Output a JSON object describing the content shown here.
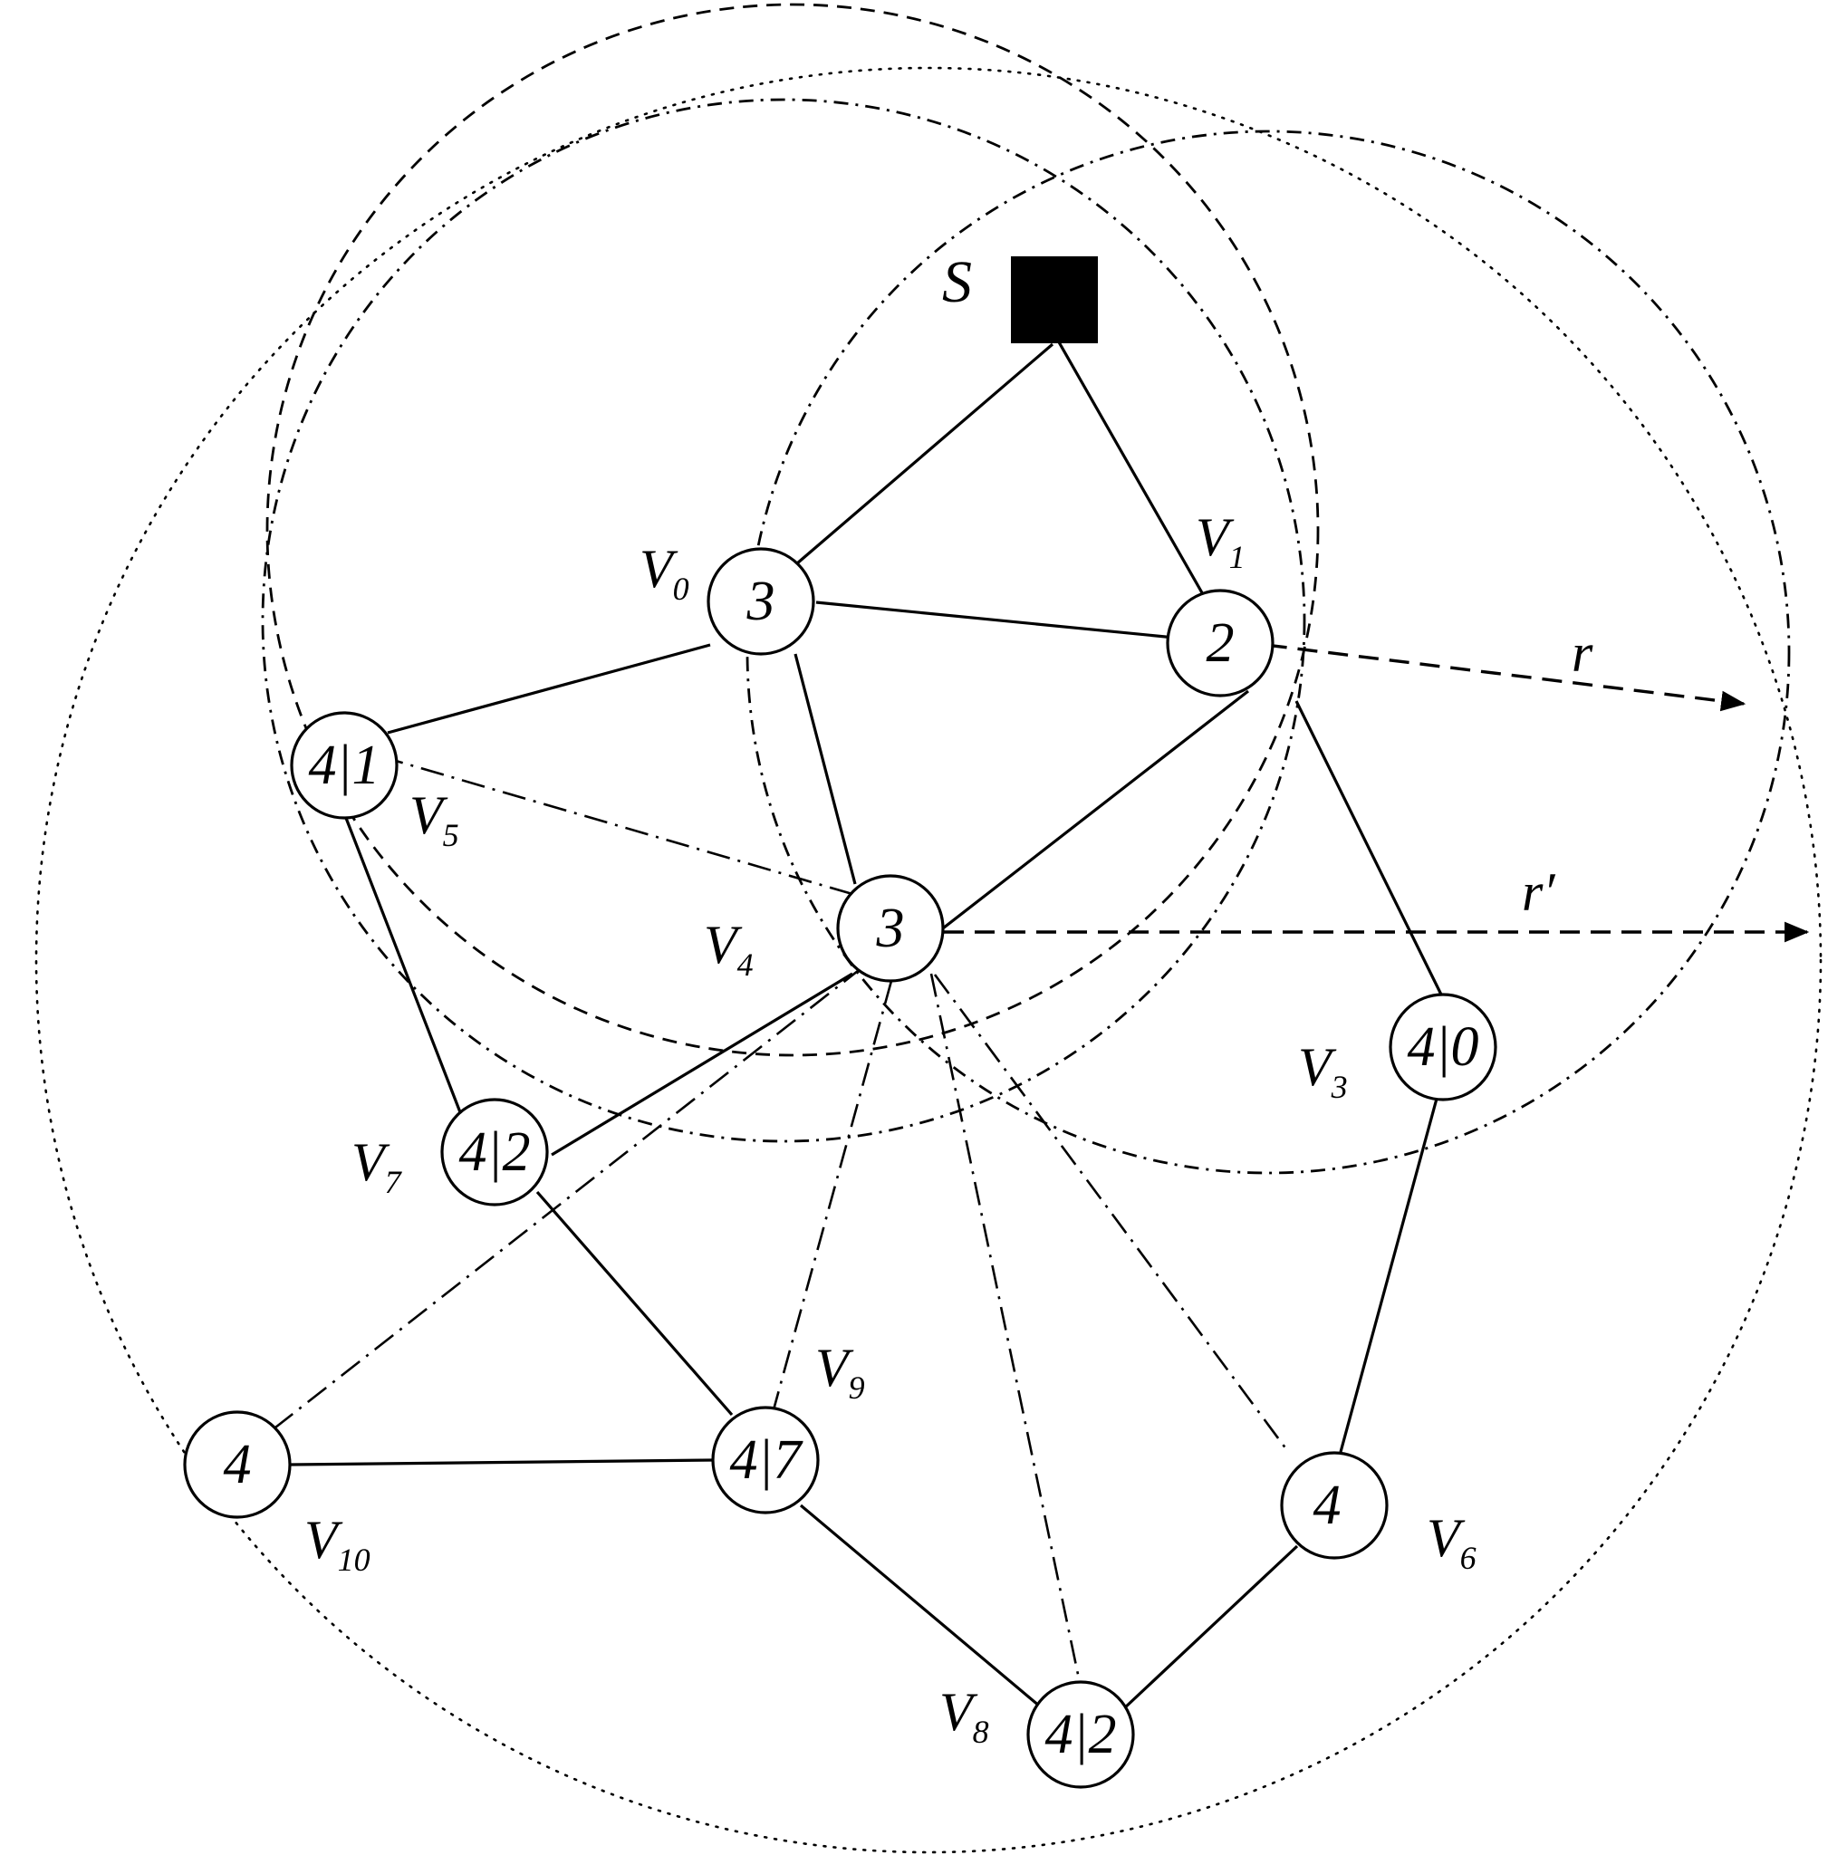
{
  "source": {
    "label": "S"
  },
  "nodes": [
    {
      "id": "v0",
      "name": "V",
      "sub": "0",
      "value": "3"
    },
    {
      "id": "v1",
      "name": "V",
      "sub": "1",
      "value": "2"
    },
    {
      "id": "v3",
      "name": "V",
      "sub": "3",
      "value": "4|0"
    },
    {
      "id": "v4",
      "name": "V",
      "sub": "4",
      "value": "3"
    },
    {
      "id": "v5",
      "name": "V",
      "sub": "5",
      "value": "4|1"
    },
    {
      "id": "v6",
      "name": "V",
      "sub": "6",
      "value": "4"
    },
    {
      "id": "v7",
      "name": "V",
      "sub": "7",
      "value": "4|2"
    },
    {
      "id": "v8",
      "name": "V",
      "sub": "8",
      "value": "4|2"
    },
    {
      "id": "v9",
      "name": "V",
      "sub": "9",
      "value": "4|7"
    },
    {
      "id": "v10",
      "name": "V",
      "sub": "10",
      "value": "4"
    }
  ],
  "solid_edges": [
    [
      "s",
      "v0"
    ],
    [
      "s",
      "v1"
    ],
    [
      "v0",
      "v1"
    ],
    [
      "v0",
      "v5"
    ],
    [
      "v0",
      "v4"
    ],
    [
      "v1",
      "v4"
    ],
    [
      "v1",
      "v3"
    ],
    [
      "v4",
      "v7"
    ],
    [
      "v5",
      "v7"
    ],
    [
      "v7",
      "v9"
    ],
    [
      "v3",
      "v6"
    ],
    [
      "v9",
      "v10"
    ],
    [
      "v9",
      "v8"
    ],
    [
      "v8",
      "v6"
    ]
  ],
  "dashdot_edges": [
    [
      "v4",
      "v5"
    ],
    [
      "v4",
      "v10"
    ],
    [
      "v4",
      "v9"
    ],
    [
      "v4",
      "v8"
    ],
    [
      "v4",
      "v6"
    ]
  ],
  "radii": {
    "r": "r",
    "r_prime": "r′"
  }
}
